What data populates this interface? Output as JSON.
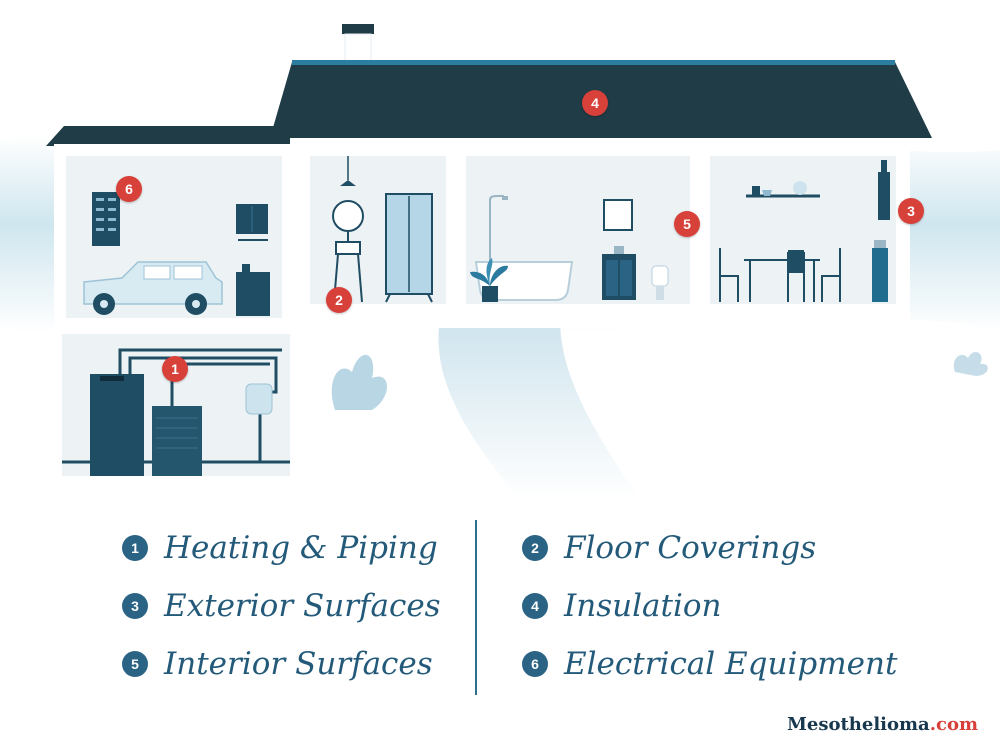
{
  "markers": [
    {
      "id": "marker-1",
      "label": "1"
    },
    {
      "id": "marker-2",
      "label": "2"
    },
    {
      "id": "marker-3",
      "label": "3"
    },
    {
      "id": "marker-4",
      "label": "4"
    },
    {
      "id": "marker-5",
      "label": "5"
    },
    {
      "id": "marker-6",
      "label": "6"
    }
  ],
  "legend": {
    "items": [
      {
        "number": "1",
        "label": "Heating & Piping"
      },
      {
        "number": "3",
        "label": "Exterior Surfaces"
      },
      {
        "number": "5",
        "label": "Interior Surfaces"
      },
      {
        "number": "2",
        "label": "Floor Coverings"
      },
      {
        "number": "4",
        "label": "Insulation"
      },
      {
        "number": "6",
        "label": "Electrical Equipment"
      }
    ]
  },
  "brand": {
    "name": "Mesothelioma",
    "suffix": ".com"
  },
  "colors": {
    "marker": "#d8403a",
    "legend_number": "#2b6384",
    "legend_text": "#245a79",
    "roof": "#1f3c47",
    "room_bg": "#edf2f5",
    "furniture": "#1f4d63"
  }
}
